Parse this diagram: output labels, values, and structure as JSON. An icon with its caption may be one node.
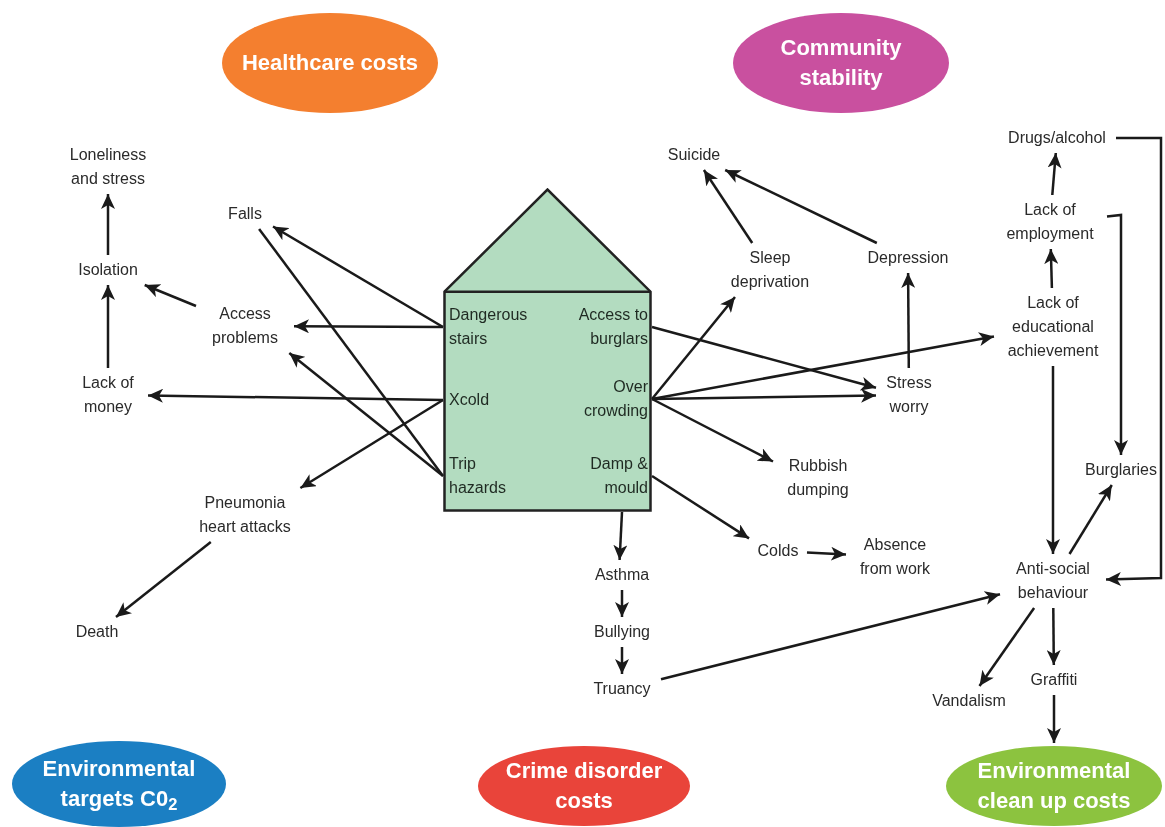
{
  "diagram": {
    "nodes": [
      {
        "text": [
          "Healthcare costs"
        ]
      },
      {
        "text": [
          "Community stability"
        ]
      },
      {
        "text": [
          "Environmental targets C0$_{2}$"
        ]
      },
      {
        "text": [
          "Crime disorder costs"
        ]
      },
      {
        "text": [
          "Environmental clean up costs"
        ]
      },
      {
        "text": [
          "Loneliness and stress"
        ]
      },
      {
        "text": [
          "Falls"
        ]
      },
      {
        "text": [
          "Isolation"
        ]
      },
      {
        "text": [
          "Access problems"
        ]
      },
      {
        "text": [
          "Lack of money"
        ]
      },
      {
        "text": [
          "Pneumonia heart attacks"
        ]
      },
      {
        "text": [
          "Death"
        ]
      },
      {
        "text": [],
        "shape": "house"
      },
      {
        "text": [
          "Dangerous stairs"
        ],
        "in": 12
      },
      {
        "text": [
          "Access to burglars"
        ],
        "in": 12
      },
      {
        "text": [
          "Xcold"
        ],
        "in": 12
      },
      {
        "text": [
          "Over crowding"
        ],
        "in": 12
      },
      {
        "text": [
          "Trip hazards"
        ],
        "in": 12
      },
      {
        "text": [
          "Damp & mould"
        ],
        "in": 12
      },
      {
        "text": [
          "Suicide"
        ]
      },
      {
        "text": [
          "Sleep deprivation"
        ]
      },
      {
        "text": [
          "Depression"
        ]
      },
      {
        "text": [
          "Stress worry"
        ]
      },
      {
        "text": [
          "Rubbish dumping"
        ]
      },
      {
        "text": [
          "Colds"
        ]
      },
      {
        "text": [
          "Absence from work"
        ]
      },
      {
        "text": [
          "Asthma"
        ]
      },
      {
        "text": [
          "Bullying"
        ]
      },
      {
        "text": [
          "Truancy"
        ]
      },
      {
        "text": [
          "Drugs/alcohol"
        ]
      },
      {
        "text": [
          "Lack of employment"
        ]
      },
      {
        "text": [
          "Lack of educational achievement"
        ]
      },
      {
        "text": [
          "Burglaries"
        ]
      },
      {
        "text": [
          "Anti-social behaviour"
        ]
      },
      {
        "text": [
          "Vandalism"
        ]
      },
      {
        "text": [
          "Graffiti"
        ]
      }
    ],
    "edges": [
      {
        "from": 13,
        "to": 6,
        "arrow": "to"
      },
      {
        "from": 13,
        "to": 8,
        "arrow": "to"
      },
      {
        "from": 6,
        "to": 17,
        "arrow": "none"
      },
      {
        "from": 17,
        "to": 8,
        "arrow": "to"
      },
      {
        "from": 15,
        "to": 9,
        "arrow": "to"
      },
      {
        "from": 15,
        "to": 10,
        "arrow": "to"
      },
      {
        "from": 8,
        "to": 7,
        "arrow": "to"
      },
      {
        "from": 9,
        "to": 7,
        "arrow": "to"
      },
      {
        "from": 7,
        "to": 5,
        "arrow": "to"
      },
      {
        "from": 10,
        "to": 11,
        "arrow": "to"
      },
      {
        "from": 14,
        "to": 22,
        "arrow": "to"
      },
      {
        "from": 16,
        "to": 20,
        "arrow": "to"
      },
      {
        "from": 16,
        "to": 31,
        "arrow": "to"
      },
      {
        "from": 16,
        "to": 22,
        "arrow": "to"
      },
      {
        "from": 16,
        "to": 23,
        "arrow": "to"
      },
      {
        "from": 18,
        "to": 24,
        "arrow": "to"
      },
      {
        "from": 18,
        "to": 26,
        "arrow": "to"
      },
      {
        "from": 26,
        "to": 27,
        "arrow": "to"
      },
      {
        "from": 27,
        "to": 28,
        "arrow": "to"
      },
      {
        "from": 24,
        "to": 25,
        "arrow": "to"
      },
      {
        "from": 20,
        "to": 19,
        "arrow": "to"
      },
      {
        "from": 21,
        "to": 19,
        "arrow": "to"
      },
      {
        "from": 22,
        "to": 21,
        "arrow": "to"
      },
      {
        "from": 28,
        "to": 33,
        "arrow": "to"
      },
      {
        "from": 31,
        "to": 30,
        "arrow": "to"
      },
      {
        "from": 30,
        "to": 29,
        "arrow": "to"
      },
      {
        "from": 30,
        "to": 32,
        "arrow": "to"
      },
      {
        "from": 31,
        "to": 33,
        "arrow": "to"
      },
      {
        "from": 33,
        "to": 32,
        "arrow": "to"
      },
      {
        "from": 29,
        "to": 33,
        "arrow": "to"
      },
      {
        "from": 33,
        "to": 34,
        "arrow": "to"
      },
      {
        "from": 33,
        "to": 35,
        "arrow": "to"
      },
      {
        "from": 35,
        "to": 4,
        "arrow": "to"
      }
    ]
  }
}
